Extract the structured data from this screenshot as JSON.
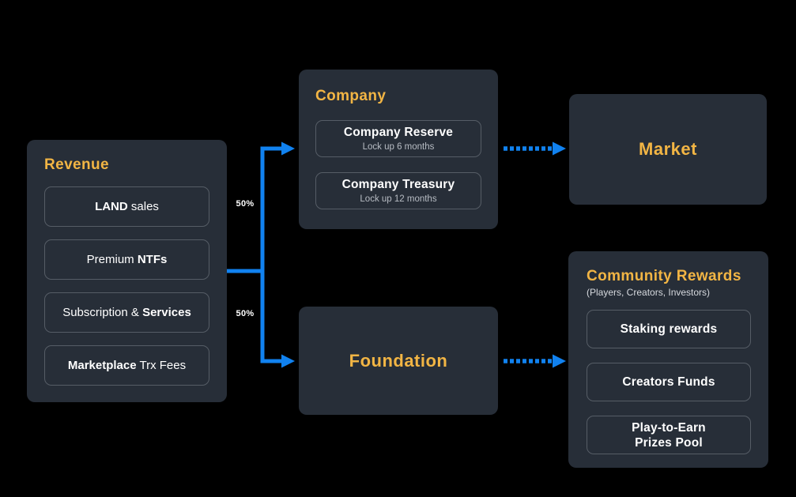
{
  "colors": {
    "background": "#000000",
    "panel_fill": "#272E38",
    "subbox_border": "#565D66",
    "accent_yellow": "#F2B544",
    "arrow_blue": "#1182F0",
    "text_primary": "#FFFFFF",
    "text_muted": "#B7BCC3"
  },
  "labels": {
    "split_top_percent": "50%",
    "split_bottom_percent": "50%"
  },
  "revenue": {
    "title": "Revenue",
    "items": [
      {
        "pre": "",
        "bold": "LAND",
        "post": " sales"
      },
      {
        "pre": "Premium ",
        "bold": "NTFs",
        "post": ""
      },
      {
        "pre": "Subscription & ",
        "bold": "Services",
        "post": ""
      },
      {
        "pre": "",
        "bold": "Marketplace",
        "post": " Trx Fees"
      }
    ]
  },
  "company": {
    "title": "Company",
    "items": [
      {
        "title": "Company Reserve",
        "subtitle": "Lock up 6 months"
      },
      {
        "title": "Company Treasury",
        "subtitle": "Lock up 12 months"
      }
    ]
  },
  "market": {
    "title": "Market"
  },
  "foundation": {
    "title": "Foundation"
  },
  "community": {
    "title": "Community Rewards",
    "subtitle": "(Players, Creators, Investors)",
    "items": [
      "Staking rewards",
      "Creators Funds",
      "Play-to-Earn\nPrizes Pool"
    ]
  }
}
